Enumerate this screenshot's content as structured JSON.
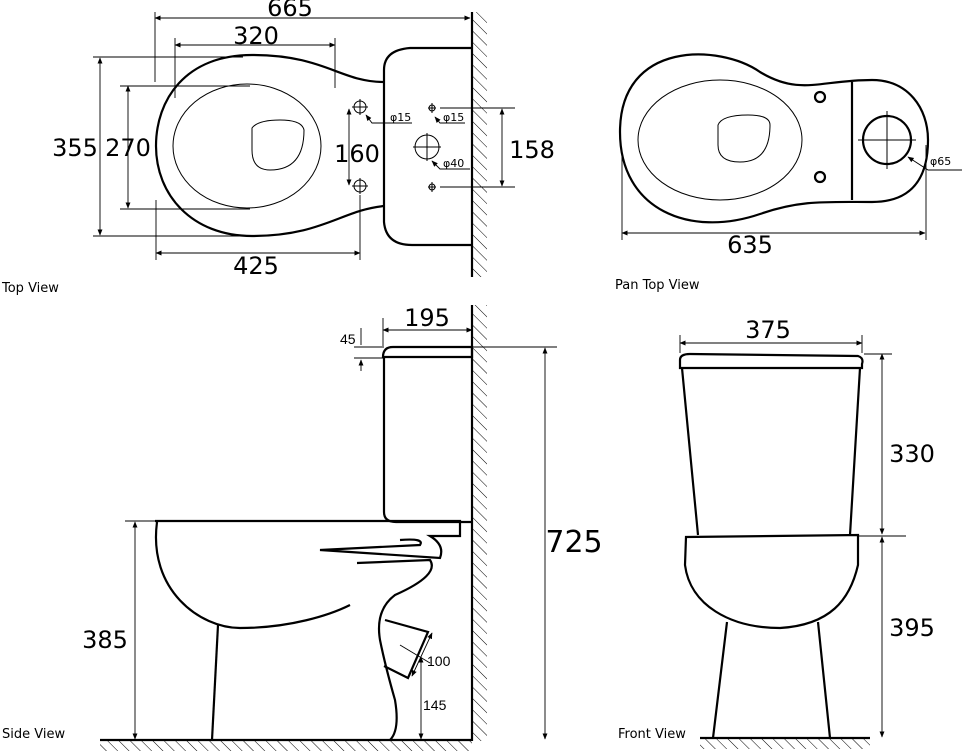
{
  "views": {
    "top": "Top View",
    "pan_top": "Pan Top View",
    "side": "Side View",
    "front": "Front View"
  },
  "top_view": {
    "overall_length": "665",
    "bowl_opening_length": "320",
    "pan_length": "425",
    "overall_width": "355",
    "inner_width": "270",
    "hole_spacing": "160",
    "tank_hole_spacing": "158",
    "hole_diameter_1": "φ15",
    "hole_diameter_2": "φ15",
    "hole_diameter_3": "φ40"
  },
  "pan_top_view": {
    "length": "635",
    "hole_diameter": "φ65"
  },
  "side_view": {
    "tank_depth": "195",
    "lid_height": "45",
    "total_height": "725",
    "seat_height": "385",
    "outlet_diameter": "100",
    "outlet_height": "145"
  },
  "front_view": {
    "tank_width": "375",
    "tank_height": "330",
    "pan_height": "395"
  }
}
